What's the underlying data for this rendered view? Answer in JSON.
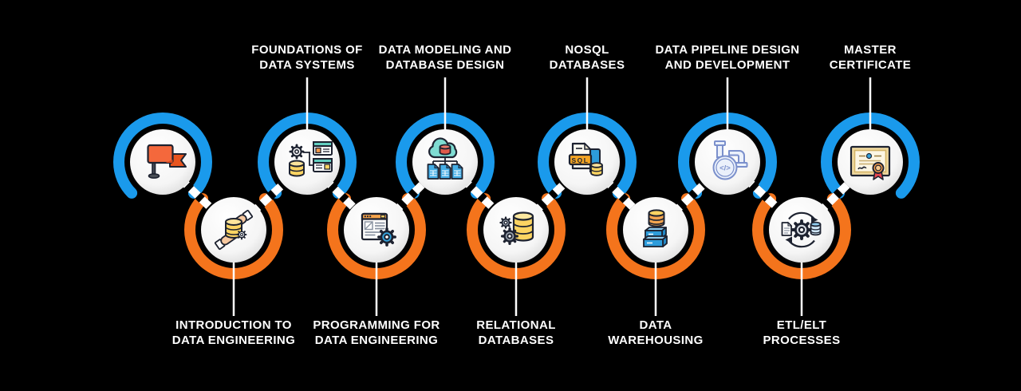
{
  "colors": {
    "background": "#000000",
    "top_ring": "#1A9AEC",
    "bottom_ring": "#F4741C",
    "connector": "#FFFFFF",
    "connector_dash": "#000000",
    "label_text": "#FFFFFF"
  },
  "nodes": [
    {
      "id": "start",
      "row": "top",
      "icon": "flag-icon"
    },
    {
      "id": "introduction-to-data-engineering",
      "row": "bottom",
      "icon": "hands-database-icon",
      "label1": "INTRODUCTION TO",
      "label2": "DATA ENGINEERING"
    },
    {
      "id": "foundations-of-data-systems",
      "row": "top",
      "icon": "gear-servers-database-icon",
      "label1": "FOUNDATIONS OF",
      "label2": "DATA SYSTEMS"
    },
    {
      "id": "programming-for-data-engineering",
      "row": "bottom",
      "icon": "code-window-gear-icon",
      "label1": "PROGRAMMING FOR",
      "label2": "DATA ENGINEERING"
    },
    {
      "id": "data-modeling-and-database-design",
      "row": "top",
      "icon": "cloud-database-tree-icon",
      "label1": "DATA MODELING AND",
      "label2": "DATABASE DESIGN"
    },
    {
      "id": "relational-databases",
      "row": "bottom",
      "icon": "database-gears-icon",
      "label1": "RELATIONAL",
      "label2": "DATABASES"
    },
    {
      "id": "nosql-databases",
      "row": "top",
      "icon": "sql-file-icon",
      "label1": "NOSQL",
      "label2": "DATABASES"
    },
    {
      "id": "data-warehousing",
      "row": "bottom",
      "icon": "database-crates-icon",
      "label1": "DATA",
      "label2": "WAREHOUSING"
    },
    {
      "id": "data-pipeline-design-and-development",
      "row": "top",
      "icon": "pipeline-code-icon",
      "label1": "DATA PIPELINE DESIGN",
      "label2": "AND DEVELOPMENT"
    },
    {
      "id": "etl-elt-processes",
      "row": "bottom",
      "icon": "etl-cycle-icon",
      "label1": "ETL/ELT",
      "label2": "PROCESSES"
    },
    {
      "id": "master-certificate",
      "row": "top",
      "icon": "certificate-icon",
      "label1": "MASTER",
      "label2": "CERTIFICATE"
    }
  ],
  "icon_text": {
    "sql_badge": "SQL",
    "code_symbol": "</>"
  }
}
